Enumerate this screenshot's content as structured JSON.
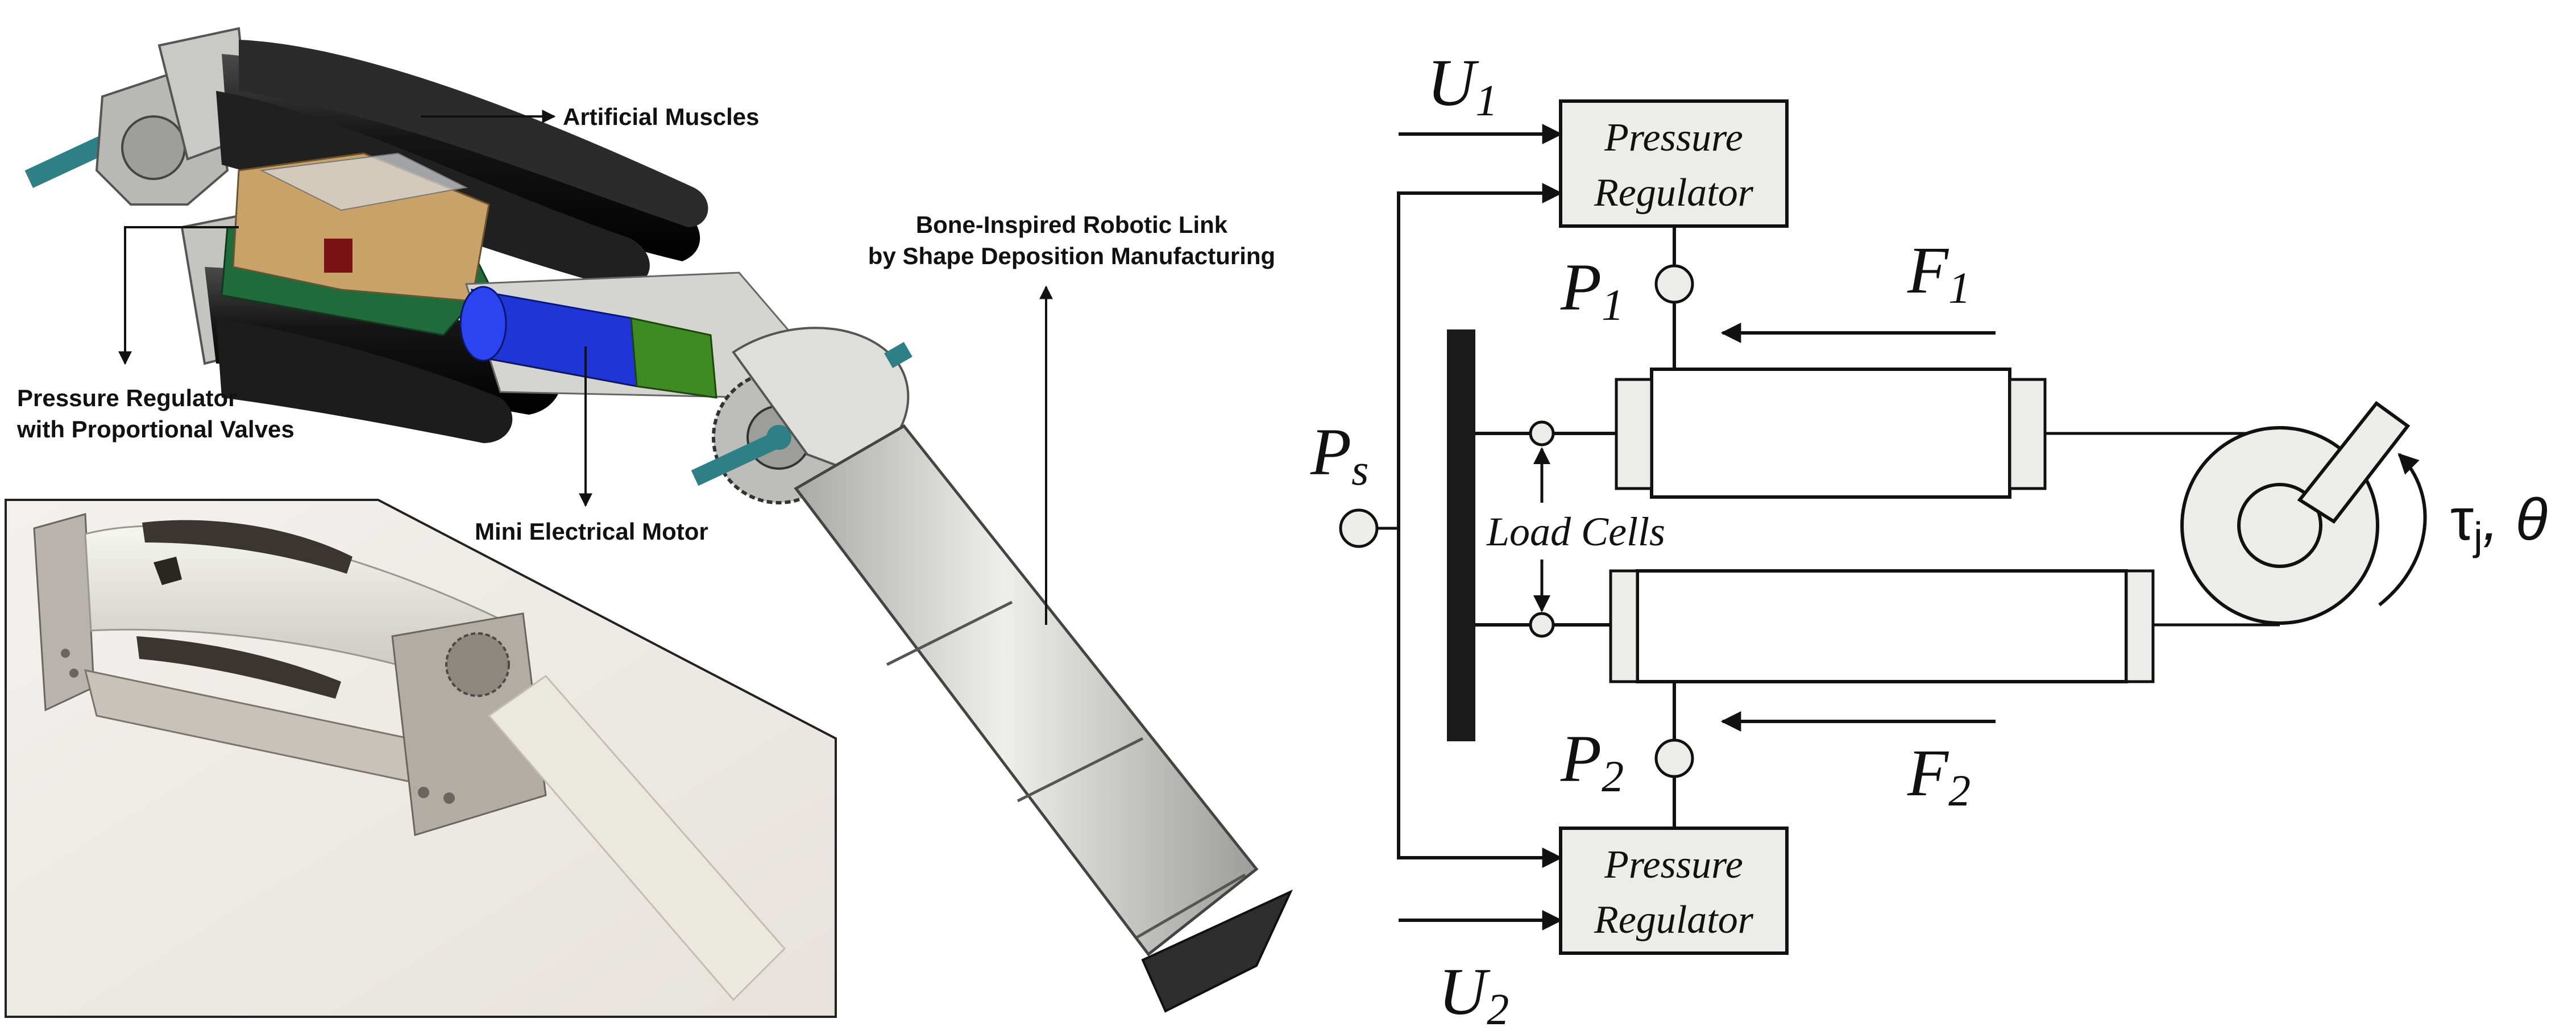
{
  "left_panel": {
    "labels": {
      "artificial_muscles": "Artificial Muscles",
      "bone_link_line1": "Bone-Inspired Robotic Link",
      "bone_link_line2": "by Shape Deposition Manufacturing",
      "pressure_reg_line1": "Pressure Regulator",
      "pressure_reg_line2": "with Proportional Valves",
      "mini_motor": "Mini Electrical Motor"
    },
    "colors": {
      "muscle": "#1c1c1c",
      "motor_blue": "#1f35d6",
      "motor_green": "#3e8a23",
      "circuit_board": "#1f6b3a",
      "valve_block": "#c9a26a",
      "link_body": "#d8d9d6",
      "axle_teal": "#2f7f86"
    }
  },
  "schematic": {
    "top_regulator": {
      "line1": "Pressure",
      "line2": "Regulator"
    },
    "bottom_regulator": {
      "line1": "Pressure",
      "line2": "Regulator"
    },
    "u1": {
      "main": "U",
      "sub": "1"
    },
    "u2": {
      "main": "U",
      "sub": "2"
    },
    "p1": {
      "main": "P",
      "sub": "1"
    },
    "p2": {
      "main": "P",
      "sub": "2"
    },
    "ps": {
      "main": "P",
      "sub": "s"
    },
    "f1": {
      "main": "F",
      "sub": "1"
    },
    "f2": {
      "main": "F",
      "sub": "2"
    },
    "load_cells": "Load Cells",
    "tau": {
      "main": "τ",
      "sub": "j",
      "tail": ", θ"
    },
    "colors": {
      "box_fill": "#ececea",
      "stroke": "#111111",
      "wall": "#1a1a1a"
    }
  }
}
